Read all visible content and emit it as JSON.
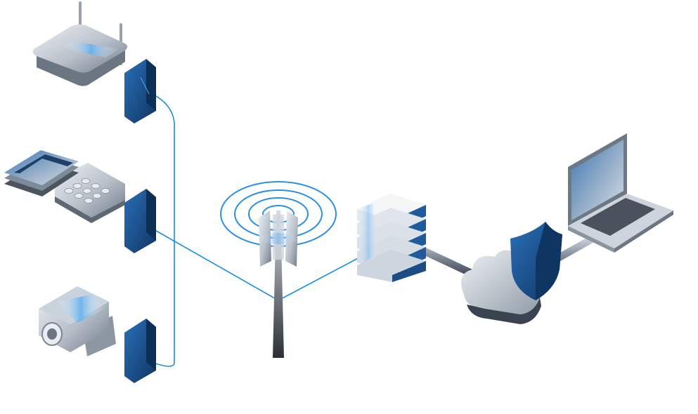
{
  "diagram": {
    "nodes": [
      {
        "id": "router",
        "icon": "wifi-router-icon"
      },
      {
        "id": "payment-terminal",
        "icon": "payment-terminal-icon"
      },
      {
        "id": "security-camera",
        "icon": "security-camera-icon"
      },
      {
        "id": "cell-tower",
        "icon": "cell-tower-icon"
      },
      {
        "id": "server",
        "icon": "server-rack-icon"
      },
      {
        "id": "cloud",
        "icon": "cloud-icon"
      },
      {
        "id": "firewall-shield",
        "icon": "shield-icon"
      },
      {
        "id": "laptop",
        "icon": "laptop-icon"
      }
    ],
    "modems": [
      {
        "id": "modem-1",
        "icon": "cellular-modem-icon",
        "attached_to": "router"
      },
      {
        "id": "modem-2",
        "icon": "cellular-modem-icon",
        "attached_to": "payment-terminal"
      },
      {
        "id": "modem-3",
        "icon": "cellular-modem-icon",
        "attached_to": "security-camera"
      }
    ],
    "links": [
      {
        "from": "modem-1",
        "to": "modem-3",
        "style": "wire"
      },
      {
        "from": "modem-2",
        "to": "cell-tower",
        "style": "wireless"
      },
      {
        "from": "cell-tower",
        "to": "server",
        "style": "wireless"
      },
      {
        "from": "server",
        "to": "cloud",
        "style": "pipe"
      },
      {
        "from": "cloud",
        "to": "laptop",
        "style": "pipe"
      }
    ],
    "colors": {
      "link_blue": "#1a8fe0",
      "device_blue": "#1f5a9c",
      "device_dark": "#123e72",
      "device_gray": "#b5bcc5",
      "signal_ring": "#2b8fe3"
    }
  }
}
